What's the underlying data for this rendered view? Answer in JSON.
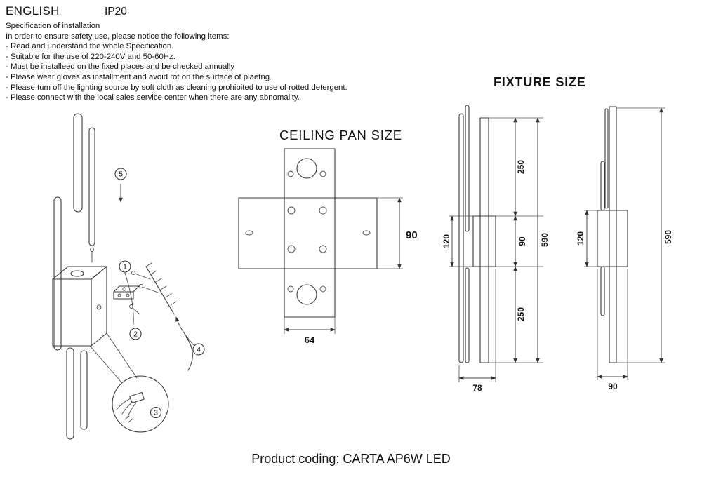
{
  "header": {
    "language": "ENGLISH",
    "ip_rating": "IP20"
  },
  "spec": {
    "title": "Specification of installation",
    "intro": "In order to ensure safety use, please notice the following items:",
    "items": [
      "- Read and understand the whole Specification.",
      "- Suitable for the use of 220-240V and 50-60Hz.",
      "- Must be installeed on the fixed places and be checked annually",
      "- Please wear gloves as installment and avoid rot on the surface of plaetng.",
      "- Please tum off the lighting source by soft cloth as cleaning prohibited to use of rotted detergent.",
      "- Please connect with the local sales service center when there are any abnomality."
    ]
  },
  "diagrams": {
    "ceiling_pan": {
      "title": "CEILING PAN SIZE",
      "dim_width": "64",
      "dim_height": "90"
    },
    "fixture": {
      "title": "FIXTURE SIZE",
      "front": {
        "dim_body": "120",
        "dim_top": "250",
        "dim_mid": "90",
        "dim_bottom": "250",
        "dim_total": "590",
        "dim_depth": "78"
      },
      "side": {
        "dim_body": "120",
        "dim_total": "590",
        "dim_width": "90"
      }
    },
    "installation": {
      "steps": [
        "5",
        "1",
        "2",
        "4",
        "3"
      ]
    }
  },
  "footer": {
    "product_coding": "Product coding: CARTA AP6W LED"
  }
}
